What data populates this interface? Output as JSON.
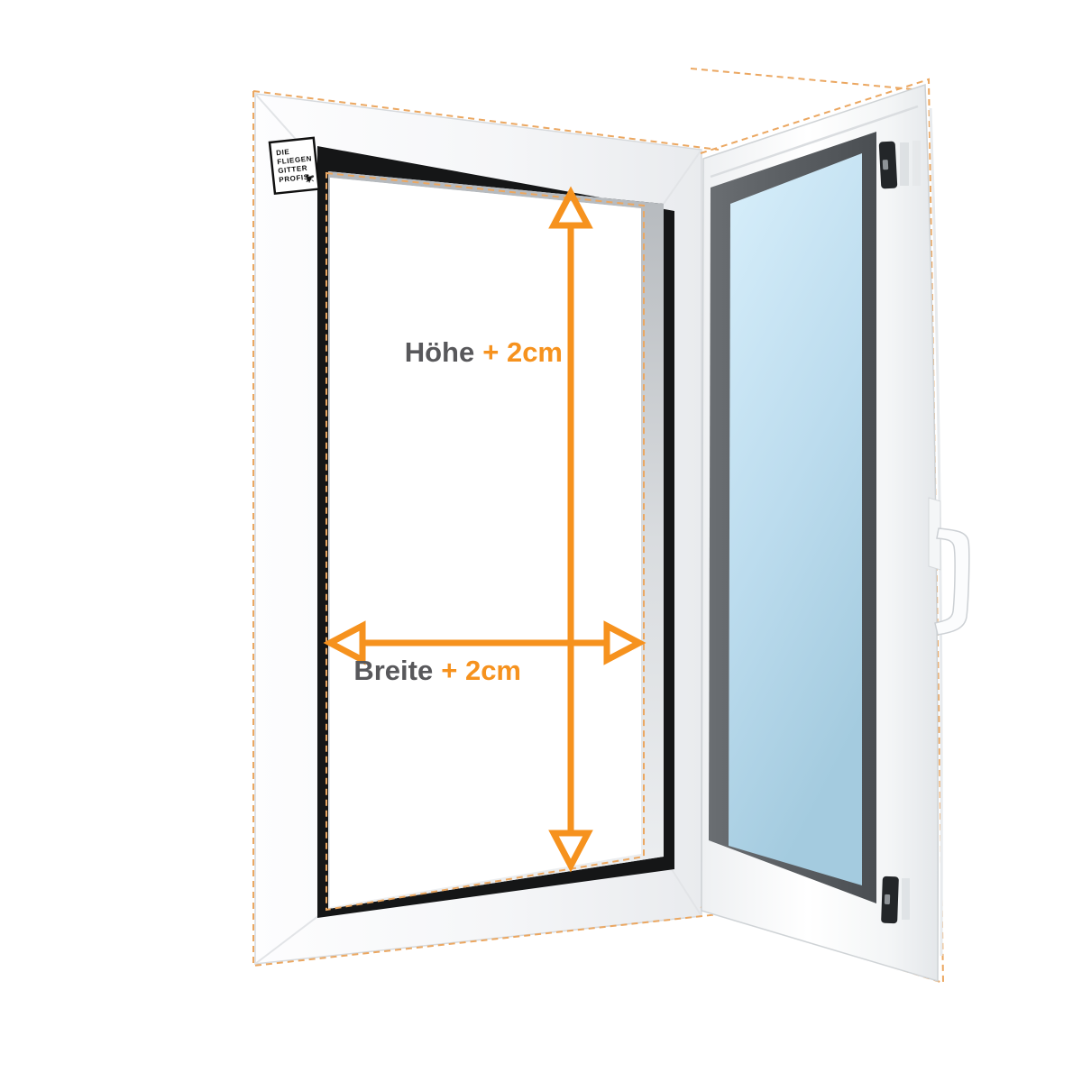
{
  "illustration": {
    "type": "window-measurement-diagram",
    "background_color": "#FFFFFF",
    "colors": {
      "accent_orange": "#F6921E",
      "dash_orange": "#EBA761",
      "label_gray": "#58585B",
      "frame_white": "#F7F8FA",
      "seal_black": "#151617",
      "glass_blue_top": "#D8EFFB",
      "glass_blue_bottom": "#A4CBDF"
    },
    "measurements": {
      "height": {
        "label": "Höhe",
        "value": "+ 2cm"
      },
      "width": {
        "label": "Breite",
        "value": "+ 2cm"
      }
    },
    "logo": {
      "line1": "DIE",
      "line2": "FLIEGEN",
      "line3": "GITTER",
      "line4": "PROFIS",
      "icon": "fly-icon"
    }
  }
}
